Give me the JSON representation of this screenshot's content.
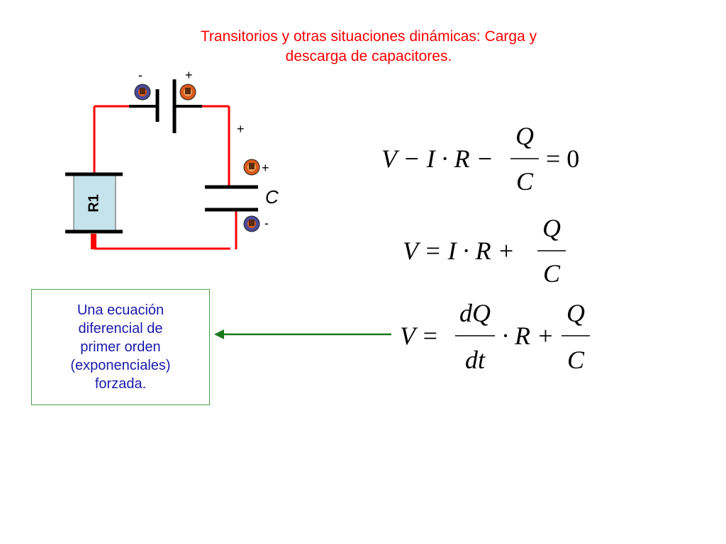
{
  "title": {
    "line1": "Transitorios y otras situaciones dinámicas: Carga y",
    "line2": "descarga de capacitores."
  },
  "circuit": {
    "battery_minus": "-",
    "battery_plus": "+",
    "wire_plus": "+",
    "cap_plus": "+",
    "cap_minus": "-",
    "cap_label": "C",
    "resistor_label": "R1",
    "colors": {
      "wire": "#ff0000",
      "resistor_fill": "#c5e3ea",
      "plate": "#000000"
    }
  },
  "equations": {
    "eq1": {
      "lhs": "V − I · R −",
      "num": "Q",
      "den": "C",
      "rhs": "= 0"
    },
    "eq2": {
      "lhs": "V = I · R +",
      "num": "Q",
      "den": "C"
    },
    "eq3": {
      "lhs": "V =",
      "num1": "dQ",
      "den1": "dt",
      "mid": "· R +",
      "num2": "Q",
      "den2": "C"
    }
  },
  "note": {
    "lines": [
      "Una ecuación",
      "diferencial de",
      "primer orden",
      "(exponenciales)",
      "forzada."
    ],
    "text_color": "#1a1aaa",
    "border_color": "#4aa04a"
  },
  "arrow": {
    "color": "#1a7a1a"
  }
}
